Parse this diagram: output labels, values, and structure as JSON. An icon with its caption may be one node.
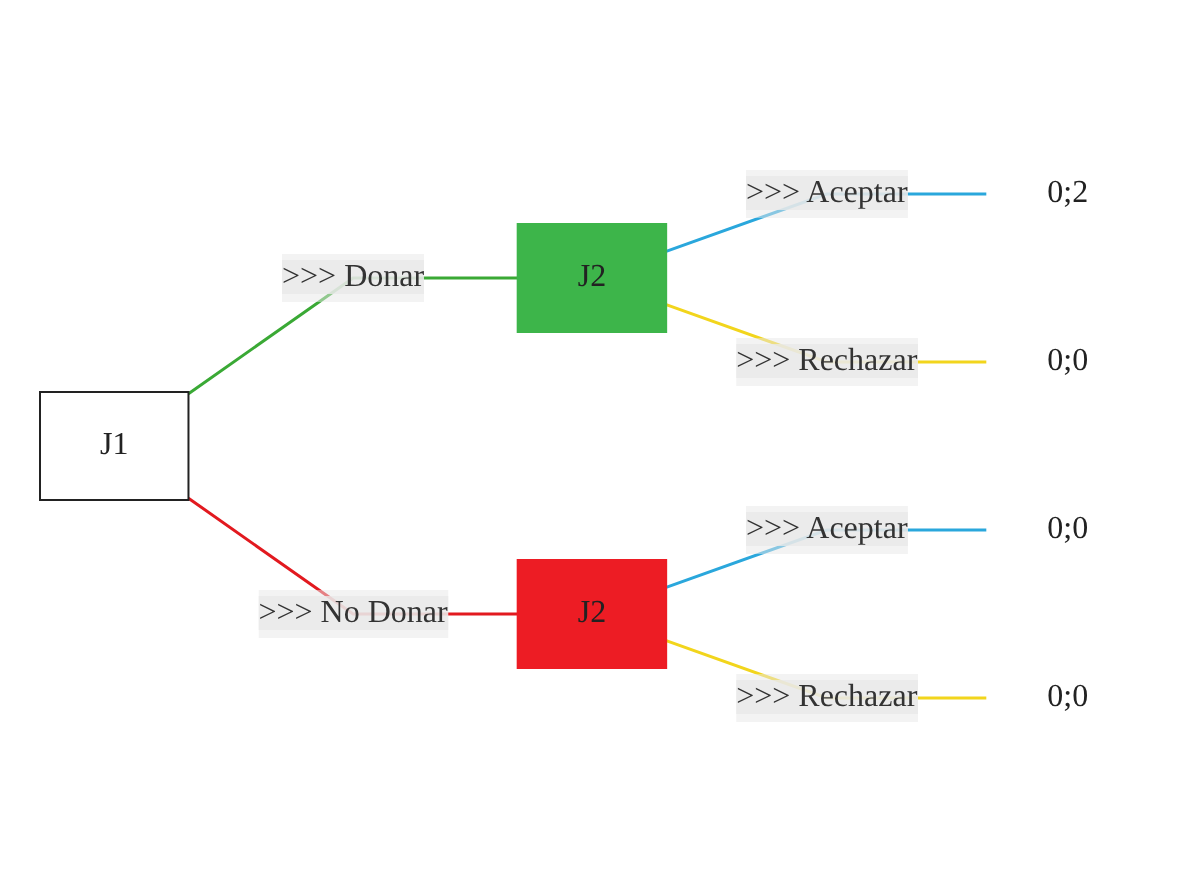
{
  "diagram": {
    "nodes": [
      {
        "text": [
          "J1"
        ]
      },
      {
        "text": [
          "J2"
        ]
      },
      {
        "text": [
          "0;2"
        ]
      },
      {
        "text": [
          "0;0"
        ]
      },
      {
        "text": [
          "J2"
        ]
      },
      {
        "text": [
          "0;0"
        ]
      },
      {
        "text": [
          "0;0"
        ]
      }
    ],
    "edges": [
      {
        "from": 0,
        "to": 1,
        "arrow": "none",
        "label": ">>> Donar",
        "color": "#3aa935"
      },
      {
        "from": 1,
        "to": 2,
        "arrow": "none",
        "label": ">>> Aceptar",
        "color": "#2aa7dc"
      },
      {
        "from": 1,
        "to": 3,
        "arrow": "none",
        "label": ">>> Rechazar",
        "color": "#f2d51c"
      },
      {
        "from": 0,
        "to": 4,
        "arrow": "none",
        "label": ">>> No Donar",
        "color": "#e2191f"
      },
      {
        "from": 4,
        "to": 5,
        "arrow": "none",
        "label": ">>> Aceptar",
        "color": "#2aa7dc"
      },
      {
        "from": 4,
        "to": 6,
        "arrow": "none",
        "label": ">>> Rechazar",
        "color": "#f2d51c"
      }
    ]
  }
}
